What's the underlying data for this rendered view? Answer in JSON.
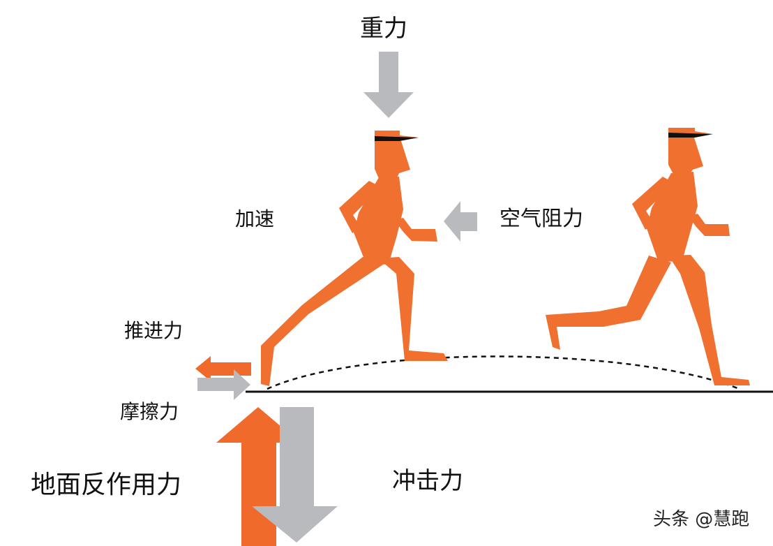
{
  "labels": {
    "gravity": "重力",
    "acceleration": "加速",
    "air_resistance": "空气阻力",
    "propulsion": "推进力",
    "friction": "摩擦力",
    "ground_reaction": "地面反作用力",
    "impact": "冲击力"
  },
  "watermark": "头条 @慧跑",
  "colors": {
    "runner": "#f07030",
    "force_orange": "#f06a2c",
    "force_gray": "#b9babe",
    "ground_line": "#111111",
    "text": "#111111"
  },
  "icons": {
    "runner_1": "running-person-silhouette",
    "runner_2": "running-person-silhouette"
  }
}
